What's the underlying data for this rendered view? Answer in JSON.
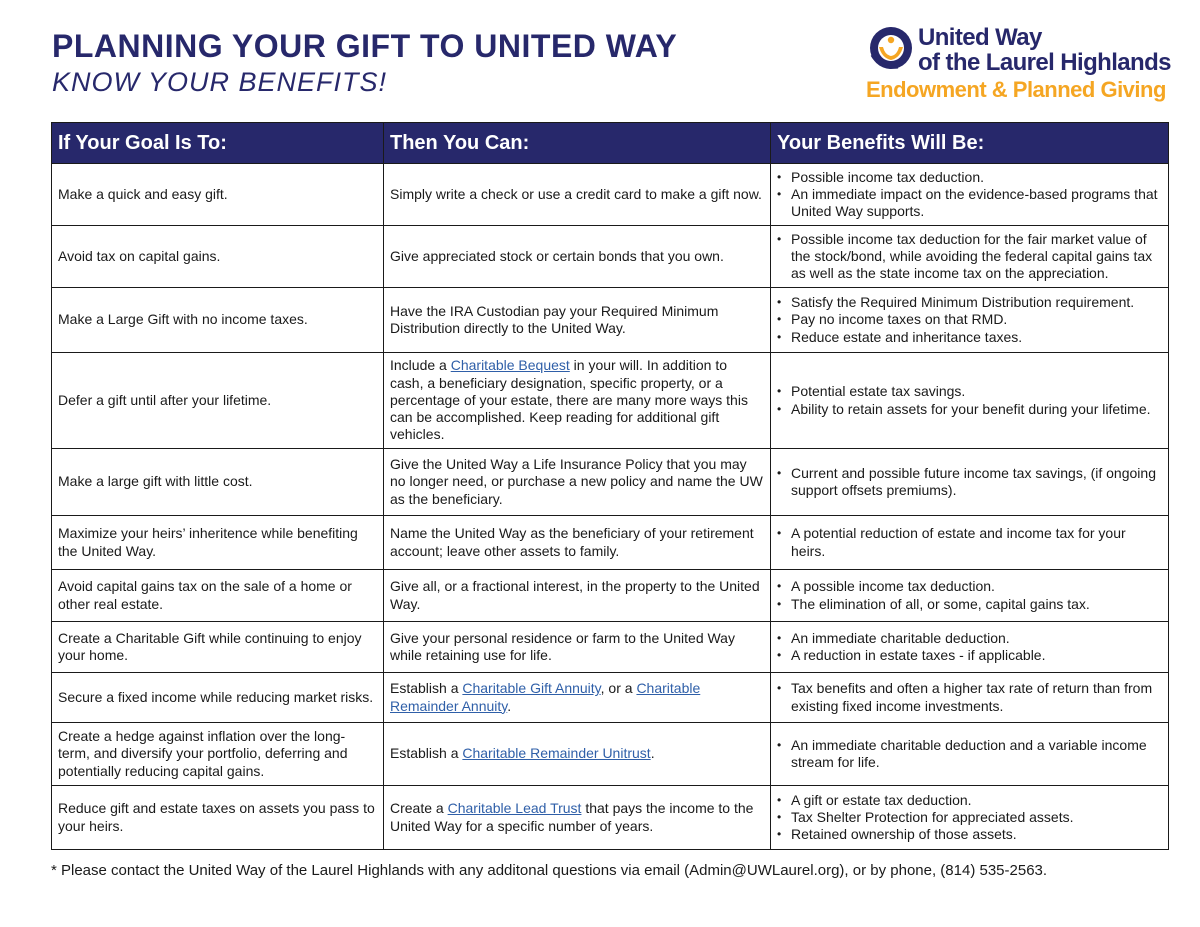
{
  "header": {
    "title": "PLANNING YOUR GIFT TO UNITED WAY",
    "subtitle": "KNOW YOUR BENEFITS!"
  },
  "logo": {
    "line1": "United Way",
    "line2": "of the Laurel Highlands",
    "line3": "Endowment & Planned Giving",
    "colors": {
      "navy": "#27286b",
      "orange": "#f5a623"
    }
  },
  "table": {
    "headers": [
      "If Your Goal Is To:",
      "Then You Can:",
      "Your Benefits Will Be:"
    ],
    "rows": [
      {
        "goal": "Make a quick and easy gift.",
        "action": [
          {
            "t": "Simply write a check or use a credit card to make a gift now."
          }
        ],
        "benefits": [
          "Possible income tax deduction.",
          "An immediate impact on the evidence-based programs that United Way supports."
        ]
      },
      {
        "goal": "Avoid tax on capital gains.",
        "action": [
          {
            "t": "Give appreciated stock or certain bonds that you own."
          }
        ],
        "benefits": [
          "Possible income tax deduction for the fair market value of the stock/bond, while avoiding the federal capital gains tax as well as the state income tax on the appreciation."
        ]
      },
      {
        "goal": "Make a Large Gift with no income taxes.",
        "action": [
          {
            "t": "Have the IRA Custodian pay your Required Minimum Distribution directly to the United Way."
          }
        ],
        "benefits": [
          "Satisfy the Required Minimum Distribution requirement.",
          "Pay no income taxes on that RMD.",
          "Reduce estate and inheritance taxes."
        ]
      },
      {
        "goal": "Defer a gift until after your lifetime.",
        "action": [
          {
            "t": "Include a "
          },
          {
            "t": "Charitable Bequest",
            "link": true
          },
          {
            "t": " in your will. In addition to cash, a beneficiary designation, specific property, or a percentage of your estate, there are many more ways this can be accomplished. Keep reading for additional gift vehicles."
          }
        ],
        "benefits": [
          "Potential estate tax savings.",
          "Ability to retain assets for your benefit during your lifetime."
        ]
      },
      {
        "goal": "Make a large gift with little cost.",
        "action": [
          {
            "t": "Give the United Way a Life Insurance Policy that you may no longer need, or purchase a new policy and name the UW as the beneficiary."
          }
        ],
        "benefits": [
          "Current and possible future income tax savings, (if ongoing support offsets premiums)."
        ]
      },
      {
        "goal": "Maximize your heirs’ inheritence while benefiting the United Way.",
        "action": [
          {
            "t": "Name the United Way as the beneficiary of your retirement account; leave other assets to family."
          }
        ],
        "benefits": [
          "A potential reduction of estate and income tax for your heirs."
        ]
      },
      {
        "goal": "Avoid capital gains tax on the sale of a home or other real estate.",
        "action": [
          {
            "t": "Give all, or a fractional interest, in the property to the United Way."
          }
        ],
        "benefits": [
          "A possible income tax deduction.",
          "The elimination of all, or some, capital gains tax."
        ]
      },
      {
        "goal": "Create a Charitable Gift while continuing to enjoy your home.",
        "action": [
          {
            "t": "Give your personal residence or farm to the United Way while retaining use for life."
          }
        ],
        "benefits": [
          "An immediate charitable deduction.",
          "A reduction in estate taxes - if applicable."
        ]
      },
      {
        "goal": "Secure a fixed income while reducing market risks.",
        "action": [
          {
            "t": "Establish a "
          },
          {
            "t": "Charitable Gift Annuity",
            "link": true
          },
          {
            "t": ", or a "
          },
          {
            "t": "Charitable Remainder Annuity",
            "link": true
          },
          {
            "t": "."
          }
        ],
        "benefits": [
          "Tax benefits and often a higher tax rate of return than from existing fixed income investments."
        ]
      },
      {
        "goal": "Create a hedge against inflation over the long-term, and diversify your portfolio, deferring and potentially reducing capital gains.",
        "action": [
          {
            "t": "Establish a "
          },
          {
            "t": "Charitable Remainder Unitrust",
            "link": true
          },
          {
            "t": "."
          }
        ],
        "benefits": [
          "An immediate charitable deduction and a variable income stream for life."
        ]
      },
      {
        "goal": "Reduce gift and estate taxes on assets you pass to your heirs.",
        "action": [
          {
            "t": "Create a "
          },
          {
            "t": "Charitable Lead Trust",
            "link": true
          },
          {
            "t": " that pays the income to the United Way for a specific number of years."
          }
        ],
        "benefits": [
          "A gift or estate tax deduction.",
          "Tax Shelter Protection for appreciated assets.",
          "Retained ownership of those assets."
        ]
      }
    ]
  },
  "footnote": "* Please contact the United Way of the Laurel Highlands with any additonal questions via email (Admin@UWLaurel.org), or by phone, (814) 535-2563."
}
